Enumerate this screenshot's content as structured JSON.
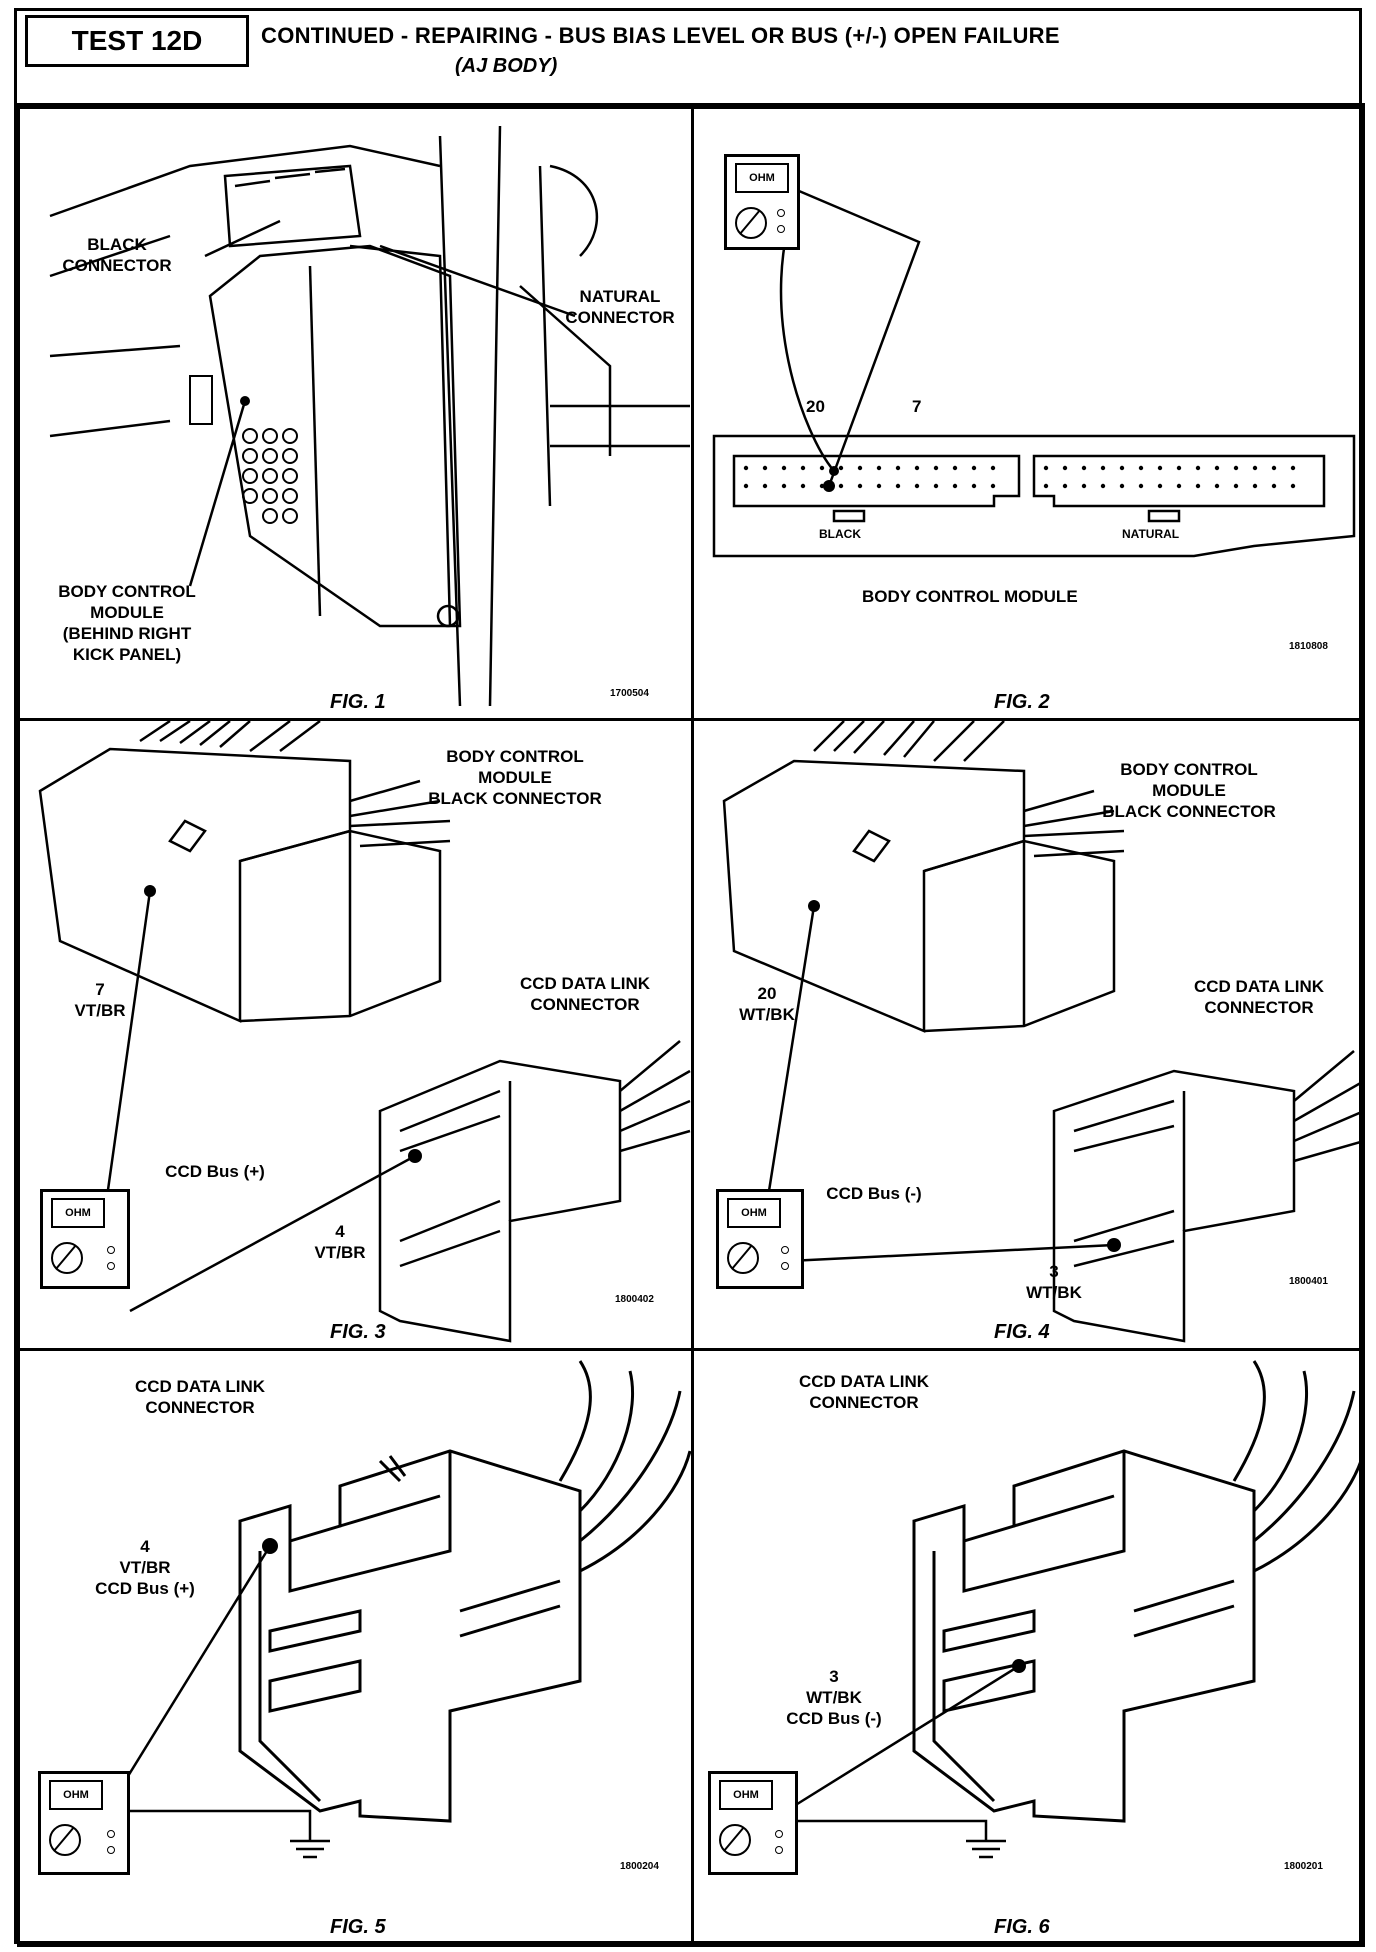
{
  "header": {
    "test_id": "TEST 12D",
    "title": "CONTINUED - REPAIRING - BUS BIAS LEVEL OR BUS (+/-) OPEN FAILURE",
    "subtitle": "(AJ BODY)"
  },
  "meter_label": "OHM",
  "fig1": {
    "caption": "FIG. 1",
    "ref": "1700504",
    "labels": {
      "black_connector": "BLACK\nCONNECTOR",
      "natural_connector": "NATURAL\nCONNECTOR",
      "bcm": "BODY CONTROL\nMODULE\n(BEHIND RIGHT\nKICK PANEL)"
    }
  },
  "fig2": {
    "caption": "FIG. 2",
    "ref": "1810808",
    "pin_20": "20",
    "pin_7": "7",
    "black": "BLACK",
    "natural": "NATURAL",
    "module": "BODY CONTROL MODULE"
  },
  "fig3": {
    "caption": "FIG. 3",
    "ref": "1800402",
    "module": "BODY CONTROL\nMODULE\nBLACK CONNECTOR",
    "wire_top": "7\nVT/BR",
    "ccd": "CCD DATA LINK\nCONNECTOR",
    "bus": "CCD Bus (+)",
    "wire_bottom": "4\nVT/BR"
  },
  "fig4": {
    "caption": "FIG. 4",
    "ref": "1800401",
    "module": "BODY CONTROL\nMODULE\nBLACK CONNECTOR",
    "wire_top": "20\nWT/BK",
    "ccd": "CCD DATA LINK\nCONNECTOR",
    "bus": "CCD Bus (-)",
    "wire_bottom": "3\nWT/BK"
  },
  "fig5": {
    "caption": "FIG. 5",
    "ref": "1800204",
    "ccd": "CCD DATA LINK\nCONNECTOR",
    "wire": "4\nVT/BR\nCCD Bus (+)"
  },
  "fig6": {
    "caption": "FIG. 6",
    "ref": "1800201",
    "ccd": "CCD DATA LINK\nCONNECTOR",
    "wire": "3\nWT/BK\nCCD Bus (-)"
  }
}
